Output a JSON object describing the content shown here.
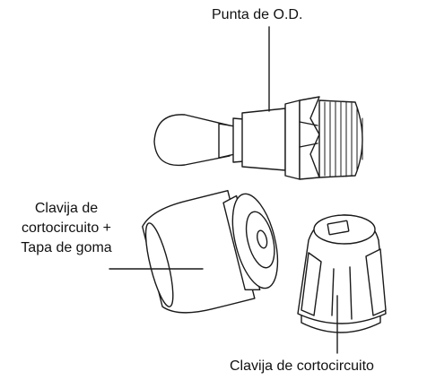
{
  "labels": {
    "od_tip": "Punta de O.D.",
    "short_plug_rubber_cap": [
      "Clavija de",
      "cortocircuito +",
      "Tapa de goma"
    ],
    "short_plug": "Clavija de cortocircuito"
  },
  "colors": {
    "line": "#1a1a1a",
    "fill": "#ffffff",
    "text": "#111111"
  }
}
